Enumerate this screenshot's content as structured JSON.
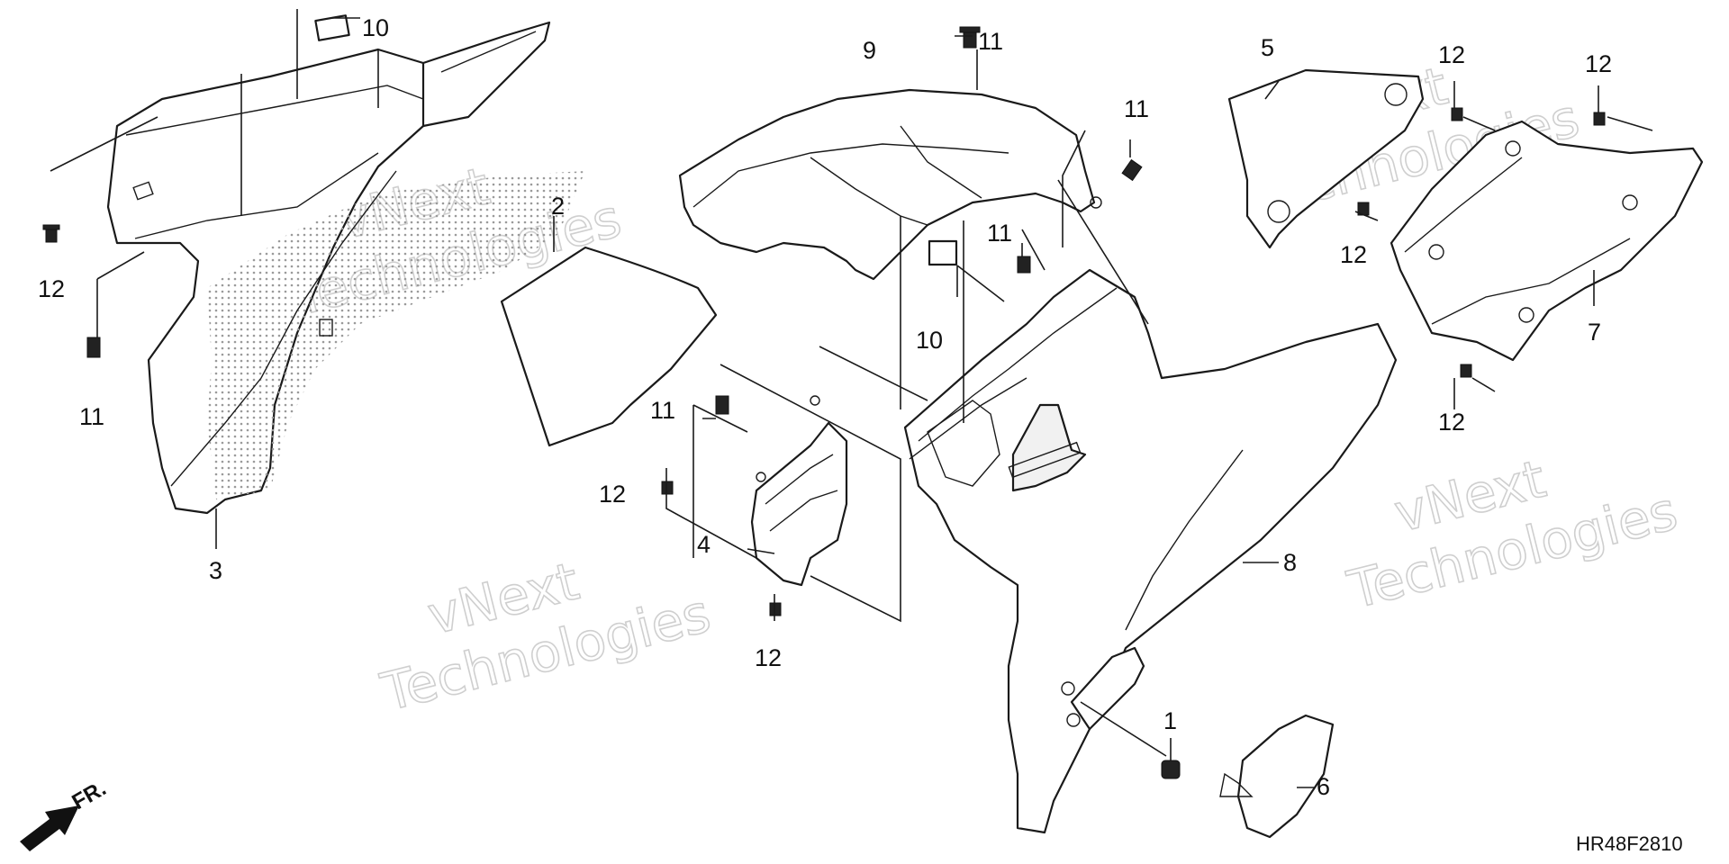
{
  "diagram_code": "HR48F2810",
  "direction_label": "FR.",
  "watermark": {
    "line1": "vNext",
    "line2": "Technologies"
  },
  "callouts": {
    "c1": "1",
    "c2": "2",
    "c3": "3",
    "c4": "4",
    "c5": "5",
    "c6": "6",
    "c7": "7",
    "c8": "8",
    "c9": "9",
    "c10a": "10",
    "c10b": "10",
    "c11a": "11",
    "c11b": "11",
    "c11c": "11",
    "c11d": "11",
    "c11e": "11",
    "c12a": "12",
    "c12b": "12",
    "c12c": "12",
    "c12d": "12",
    "c12e": "12",
    "c12f": "12",
    "c12g": "12"
  },
  "colors": {
    "line": "#1a1a1a",
    "watermark": "#cfcfcf",
    "background": "#ffffff"
  }
}
